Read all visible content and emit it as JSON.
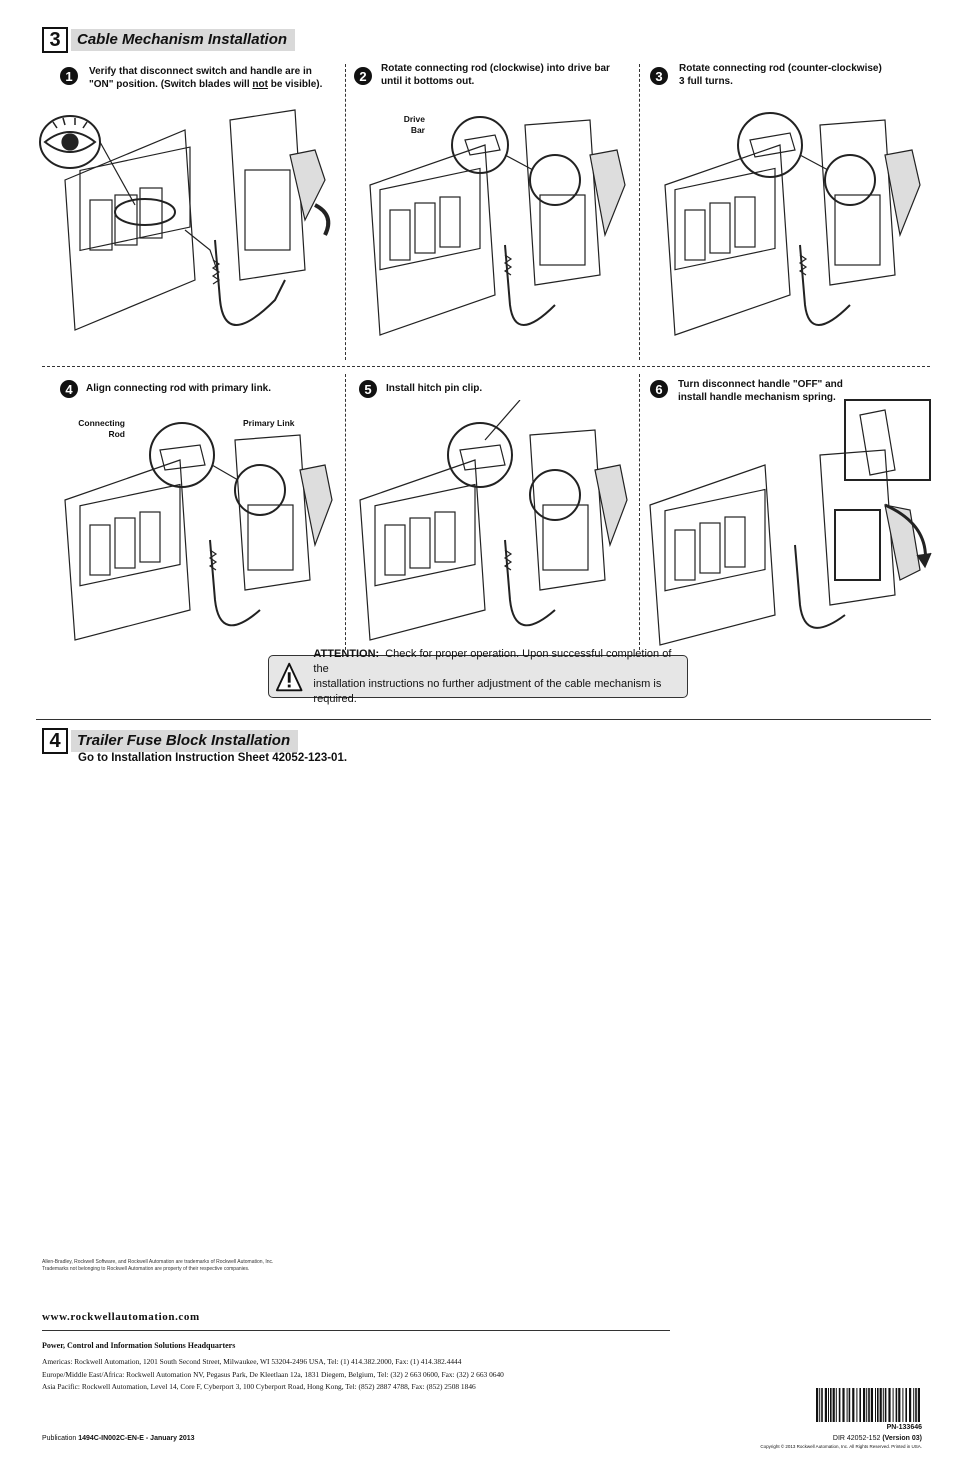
{
  "section3": {
    "number": "3",
    "title": "Cable Mechanism Installation",
    "steps": [
      {
        "num": "1",
        "text": "Verify that disconnect switch and handle are in \"ON\" position. (Switch blades will not be visible).",
        "text_a": "Verify that disconnect switch and handle are in",
        "text_b": "\"ON\" position. (Switch blades will ",
        "text_u": "not",
        "text_c": " be visible)."
      },
      {
        "num": "2",
        "text_a": "Rotate connecting rod (clockwise) into drive bar",
        "text_b": "until it bottoms out."
      },
      {
        "num": "3",
        "text_a": "Rotate connecting rod (counter-clockwise)",
        "text_b": "3 full turns."
      },
      {
        "num": "4",
        "text_a": "Align connecting rod with primary link."
      },
      {
        "num": "5",
        "text_a": "Install hitch pin clip."
      },
      {
        "num": "6",
        "text_a": "Turn disconnect handle \"OFF\" and",
        "text_b": "install handle mechanism spring."
      }
    ],
    "callouts": {
      "drive_bar_1": "Drive",
      "drive_bar_2": "Bar",
      "connecting_rod_1": "Connecting",
      "connecting_rod_2": "Rod",
      "primary_link": "Primary Link"
    },
    "attention": {
      "label": "ATTENTION:",
      "line1": "Check for proper operation.  Upon successful completion of the",
      "line2": "installation instructions no further adjustment of the cable mechanism is required."
    }
  },
  "section4": {
    "number": "4",
    "title": "Trailer Fuse Block Installation",
    "instruction": "Go to Installation Instruction Sheet 42052-123-01."
  },
  "footer": {
    "trademark_1": "Allen-Bradley, Rockwell Software, and Rockwell Automation are trademarks of Rockwell Automation, Inc.",
    "trademark_2": "Trademarks not belonging to Rockwell Automation are property of their respective companies.",
    "website": "www.rockwellautomation.com",
    "hq_title": "Power, Control and Information Solutions Headquarters",
    "americas": "Americas: Rockwell Automation, 1201 South Second Street, Milwaukee, WI 53204-2496 USA, Tel: (1) 414.382.2000, Fax: (1) 414.382.4444",
    "europe": "Europe/Middle East/Africa: Rockwell Automation NV, Pegasus Park, De Kleetlaan 12a, 1831 Diegem, Belgium, Tel: (32) 2 663 0600, Fax: (32) 2 663 0640",
    "asia": "Asia Pacific: Rockwell Automation, Level 14, Core F, Cyberport 3, 100 Cyberport Road, Hong Kong, Tel: (852) 2887 4788, Fax: (852) 2508 1846",
    "publication_label": "Publication ",
    "publication_id": "1494C-IN002C-EN-E",
    "publication_date": " -  January 2013",
    "pn": "PN-133646",
    "dir": "DIR 42052-152 ",
    "version": "(Version 03)",
    "copyright": "Copyright © 2013 Rockwell Automation, Inc. All Rights Reserved. Printed in USA."
  }
}
